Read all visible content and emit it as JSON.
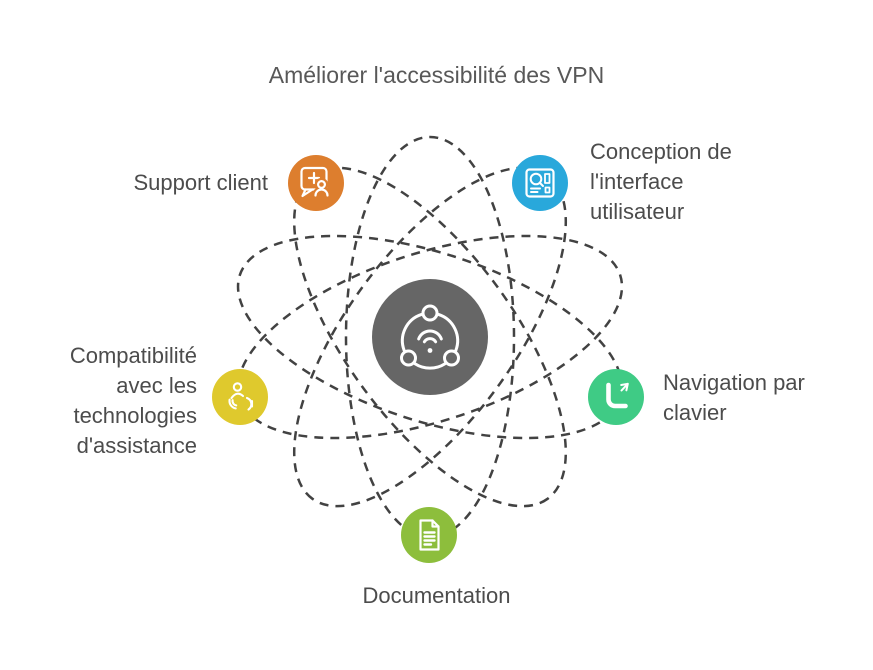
{
  "title": "Améliorer l'accessibilité des VPN",
  "orbit": {
    "color": "#424242"
  },
  "center_node": {
    "color": "#666666",
    "icon": "connected-network-wifi-icon"
  },
  "nodes": [
    {
      "id": "support-client",
      "label": "Support client",
      "lines": [
        "Support client"
      ],
      "color": "#DD7E2E",
      "icon": "customer-support-chat-icon"
    },
    {
      "id": "conception-interface",
      "label": "Conception de l'interface utilisateur",
      "lines": [
        "Conception de",
        "l'interface",
        "utilisateur"
      ],
      "color": "#29A8DB",
      "icon": "ui-design-icon"
    },
    {
      "id": "navigation-clavier",
      "label": "Navigation par clavier",
      "lines": [
        "Navigation par",
        "clavier"
      ],
      "color": "#3FCB85",
      "icon": "keyboard-navigation-cursor-icon"
    },
    {
      "id": "documentation",
      "label": "Documentation",
      "lines": [
        "Documentation"
      ],
      "color": "#8DBE3C",
      "icon": "document-icon"
    },
    {
      "id": "compatibilite-assistance",
      "label": "Compatibilité avec les technologies d'assistance",
      "lines": [
        "Compatibilité",
        "avec les",
        "technologies",
        "d'assistance"
      ],
      "color": "#DFC92D",
      "icon": "assistive-technology-icon"
    }
  ]
}
